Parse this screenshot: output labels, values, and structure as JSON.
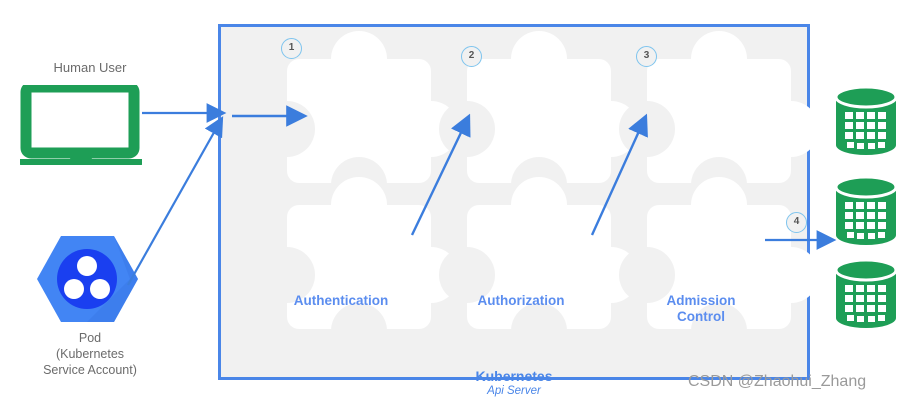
{
  "diagram": {
    "title": "Kubernetes API Server request flow",
    "colors": {
      "accent_blue": "#4a86e8",
      "label_blue": "#5b8def",
      "badge_ring": "#7ec4ee",
      "panel_gray": "#f1f1f1",
      "piece_white": "#ffffff",
      "green": "#1e9e56",
      "pod_hex": "#4285f4",
      "pod_core": "#1a3ff0",
      "text_gray": "#6b6b6b",
      "watermark_gray": "#9a9a9a"
    }
  },
  "left_panel": {
    "human_user": {
      "label": "Human User",
      "icon": "laptop-icon"
    },
    "pod": {
      "label_lines": [
        "Pod",
        "(Kubernetes",
        "Service Account)"
      ],
      "icon": "kubernetes-pod-icon"
    }
  },
  "api_server": {
    "title": "Kubernetes",
    "subtitle": "Api Server",
    "stages": [
      {
        "number": "1",
        "label": "Authentication",
        "label_lines": [
          "Authentication"
        ]
      },
      {
        "number": "2",
        "label": "Authorization",
        "label_lines": [
          "Authorization"
        ]
      },
      {
        "number": "3",
        "label": "Admission Control",
        "label_lines": [
          "Admission",
          "Control"
        ]
      }
    ],
    "output_badge": {
      "number": "4"
    }
  },
  "right_panel": {
    "databases": [
      {
        "name": "database-cylinder-1"
      },
      {
        "name": "database-cylinder-2"
      },
      {
        "name": "database-cylinder-3"
      }
    ]
  },
  "watermark": {
    "text": "CSDN @Zhaohui_Zhang"
  }
}
